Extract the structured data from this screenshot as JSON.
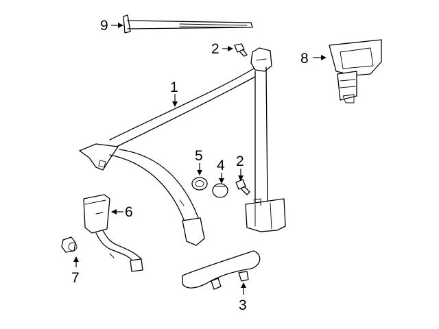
{
  "callouts": {
    "c1": "1",
    "c2a": "2",
    "c2b": "2",
    "c3": "3",
    "c4": "4",
    "c5": "5",
    "c6": "6",
    "c7": "7",
    "c8": "8",
    "c9": "9"
  },
  "colors": {
    "line": "#000000",
    "background": "#ffffff"
  }
}
